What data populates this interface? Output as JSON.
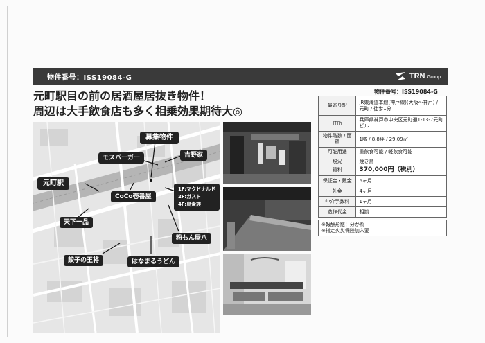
{
  "header": {
    "property_id": "物件番号：ISS19084-G",
    "brand_name": "TRN",
    "brand_suffix": "Group"
  },
  "headline": {
    "line1": "元町駅目の前の居酒屋居抜き物件！",
    "line2": "周辺は大手飲食店も多く相乗効果期待大◎"
  },
  "side_property_id": "物件番号：ISS19084-G",
  "map": {
    "labels": {
      "target": "募集物件",
      "mos": "モスバーガー",
      "yoshinoya": "吉野家",
      "motomachi": "元町駅",
      "coco": "CoCo壱番屋",
      "tenkaippin": "天下一品",
      "gyoza": "餃子の王将",
      "hanamaru": "はなまるうどん",
      "konamon": "粉もん屋八"
    },
    "building_floors": [
      "1F:マクドナルド",
      "2F:ガスト",
      "4F:鳥貴族"
    ]
  },
  "property_info": [
    {
      "key": "最寄り駅",
      "value": "JR東海道本線(神戸線)(大阪～神戸) / 元町 / 徒歩1分"
    },
    {
      "key": "住所",
      "value": "兵庫県神戸市中央区元町通1-13-7元町ビル"
    },
    {
      "key": "物件階数 / 面積",
      "value": "1階 / 8.8坪 / 29.09㎡"
    },
    {
      "key": "可能用途",
      "value": "重飲食可能 / 軽飲食可能"
    },
    {
      "key": "現況",
      "value": "焼き鳥"
    }
  ],
  "rent_info": [
    {
      "key": "賃料",
      "value": "370,000円（税別）"
    },
    {
      "key": "保証金・敷金",
      "value": "6ヶ月"
    },
    {
      "key": "礼金",
      "value": "4ヶ月"
    },
    {
      "key": "仲介手数料",
      "value": "1ヶ月"
    },
    {
      "key": "造作代金",
      "value": "相談"
    }
  ],
  "notes": [
    "※報酬形態：分かれ",
    "※指定火災保険加入要"
  ]
}
